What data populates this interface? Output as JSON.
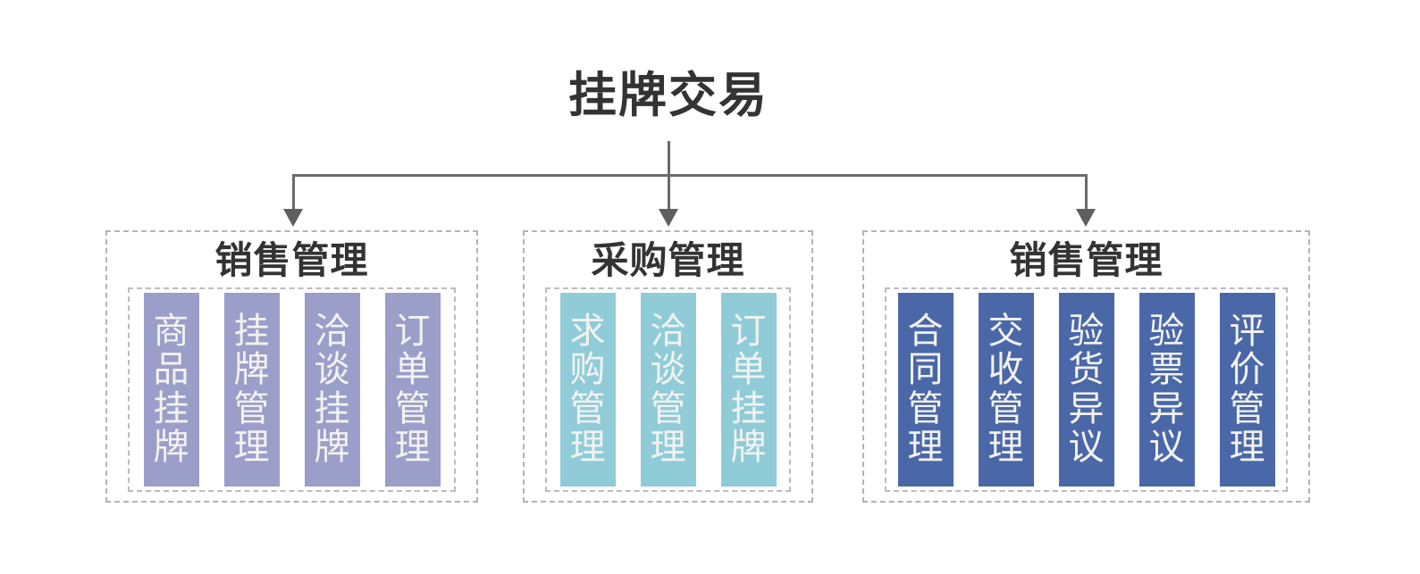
{
  "diagram": {
    "title": "挂牌交易",
    "groups": [
      {
        "title": "销售管理",
        "color": "#9a9ec9",
        "items": [
          "商品挂牌",
          "挂牌管理",
          "洽谈挂牌",
          "订单管理"
        ]
      },
      {
        "title": "采购管理",
        "color": "#8fccd8",
        "items": [
          "求购管理",
          "洽谈管理",
          "订单挂牌"
        ]
      },
      {
        "title": "销售管理",
        "color": "#4a68a8",
        "items": [
          "合同管理",
          "交收管理",
          "验货异议",
          "验票异议",
          "评价管理"
        ]
      }
    ]
  },
  "colors": {
    "background": "#ffffff",
    "heading_text": "#333333",
    "connector_line": "#6b6b6b",
    "arrowhead": "#5f5f5f",
    "dashed_border": "#b3b3b3",
    "bar_text": "#f2f2f0",
    "group_lavender": "#9a9ec9",
    "group_teal": "#8fccd8",
    "group_blue": "#4a68a8"
  }
}
